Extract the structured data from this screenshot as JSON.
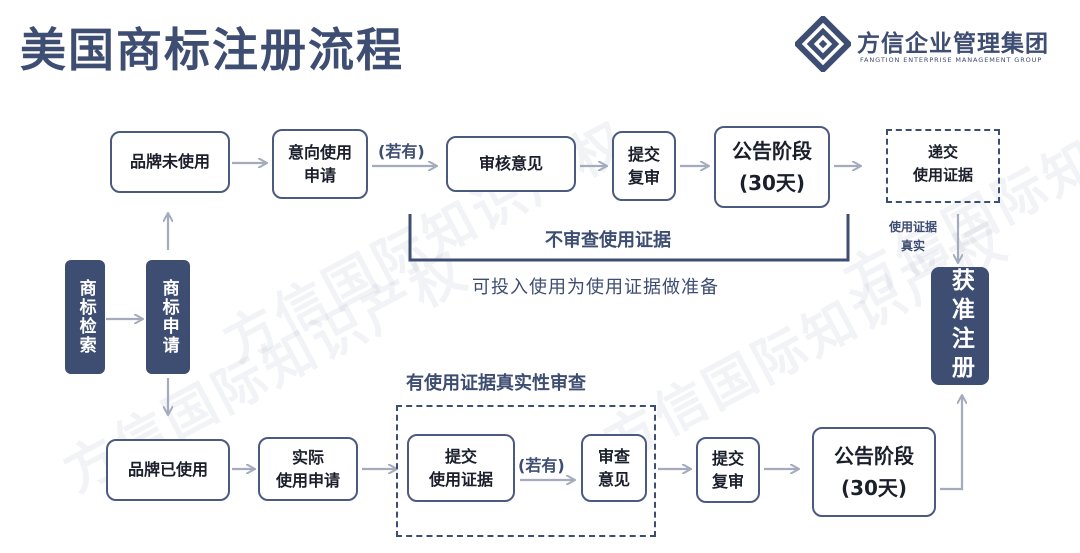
{
  "title": "美国商标注册流程",
  "logo": {
    "name": "方信企业管理集团",
    "subtitle": "FANGTION ENTERPRISE MANAGEMENT GROUP"
  },
  "watermark": "方信国际知识产权",
  "colors": {
    "primary": "#3e4d72",
    "arrow": "#a3abbc",
    "text": "#1a1f2b"
  },
  "left_column": {
    "search": "商标检索",
    "apply": "商标申请"
  },
  "top_flow": {
    "unused_brand": "品牌未使用",
    "intent_to_use": "意向使用\n申请",
    "if_any": "(若有)",
    "examination_opinion": "审核意见",
    "submit_review": "提交\n复审",
    "publication": "公告阶段\n(30天)",
    "submit_evidence": "递交\n使用证据",
    "no_examination": "不审查使用证据",
    "prepare_note": "可投入使用为使用证据做准备",
    "evidence_true": "使用证据\n真实"
  },
  "registered": "获准注册",
  "bottom_flow": {
    "used_brand": "品牌已使用",
    "actual_use": "实际\n使用申请",
    "authenticity_review": "有使用证据真实性审查",
    "submit_evidence": "提交\n使用证据",
    "if_any": "(若有)",
    "review_opinion": "审查\n意见",
    "submit_review": "提交\n复审",
    "publication": "公告阶段\n(30天)"
  }
}
